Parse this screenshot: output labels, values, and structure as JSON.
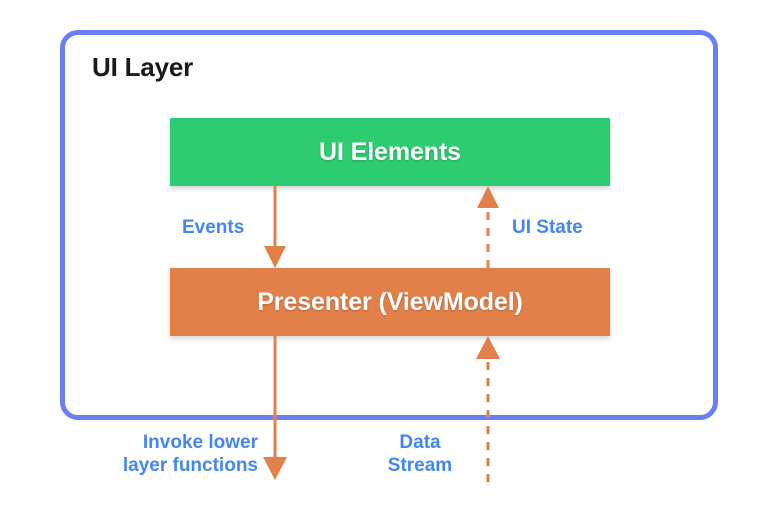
{
  "diagram": {
    "title": "UI Layer",
    "colors": {
      "container_border": "#6C7EF5",
      "ui_elements_fill": "#2ECC71",
      "presenter_fill": "#E2804A",
      "arrow": "#E2804A",
      "label_text": "#4285F4",
      "title_text": "#1a1a1a",
      "background": "#ffffff"
    },
    "nodes": [
      {
        "id": "ui-elements",
        "label": "UI Elements",
        "fill": "#2ECC71"
      },
      {
        "id": "presenter",
        "label": "Presenter (ViewModel)",
        "fill": "#E2804A"
      }
    ],
    "edges": [
      {
        "id": "events",
        "label": "Events",
        "from": "ui-elements",
        "to": "presenter",
        "style": "solid",
        "direction": "down"
      },
      {
        "id": "ui-state",
        "label": "UI State",
        "from": "presenter",
        "to": "ui-elements",
        "style": "dashed",
        "direction": "up"
      },
      {
        "id": "invoke-lower",
        "label": "Invoke lower\nlayer functions",
        "from": "presenter",
        "to": "lower-layer",
        "style": "solid",
        "direction": "down"
      },
      {
        "id": "data-stream",
        "label": "Data\nStream",
        "from": "lower-layer",
        "to": "presenter",
        "style": "dashed",
        "direction": "up"
      }
    ]
  }
}
